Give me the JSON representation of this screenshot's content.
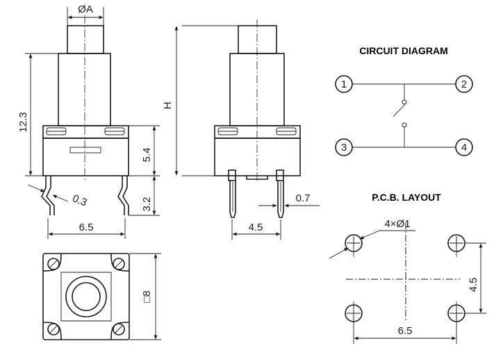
{
  "front_view": {
    "dia_label": "ØA",
    "height_label": "12.3",
    "body_label": "5.4",
    "lead_label": "3.2",
    "lead_thickness_label": "0.3",
    "pin_spacing_label": "6.5"
  },
  "side_view": {
    "total_height_label": "H",
    "pin_width_label": "0.7",
    "pin_spacing_label": "4.5"
  },
  "top_view": {
    "size_label": "□8"
  },
  "circuit": {
    "title": "CIRCUIT DIAGRAM",
    "pins": [
      "1",
      "2",
      "3",
      "4"
    ]
  },
  "pcb": {
    "title": "P.C.B. LAYOUT",
    "hole_label": "4×Ø1",
    "vertical_spacing": "4.5",
    "horizontal_spacing": "6.5"
  }
}
